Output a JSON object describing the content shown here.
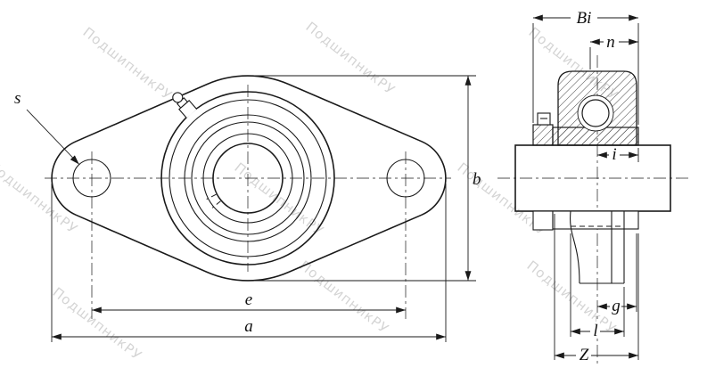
{
  "watermark": {
    "text": "ПодшипникРУ"
  },
  "front_view": {
    "dims": {
      "s": "s",
      "b": "b",
      "e": "e",
      "a": "a"
    }
  },
  "side_view": {
    "dims": {
      "Bi": "Bi",
      "n": "n",
      "i": "i",
      "g": "g",
      "l": "l",
      "Z": "Z"
    }
  },
  "colors": {
    "line": "#1a1a1a",
    "watermark": "#b9b9b9"
  }
}
